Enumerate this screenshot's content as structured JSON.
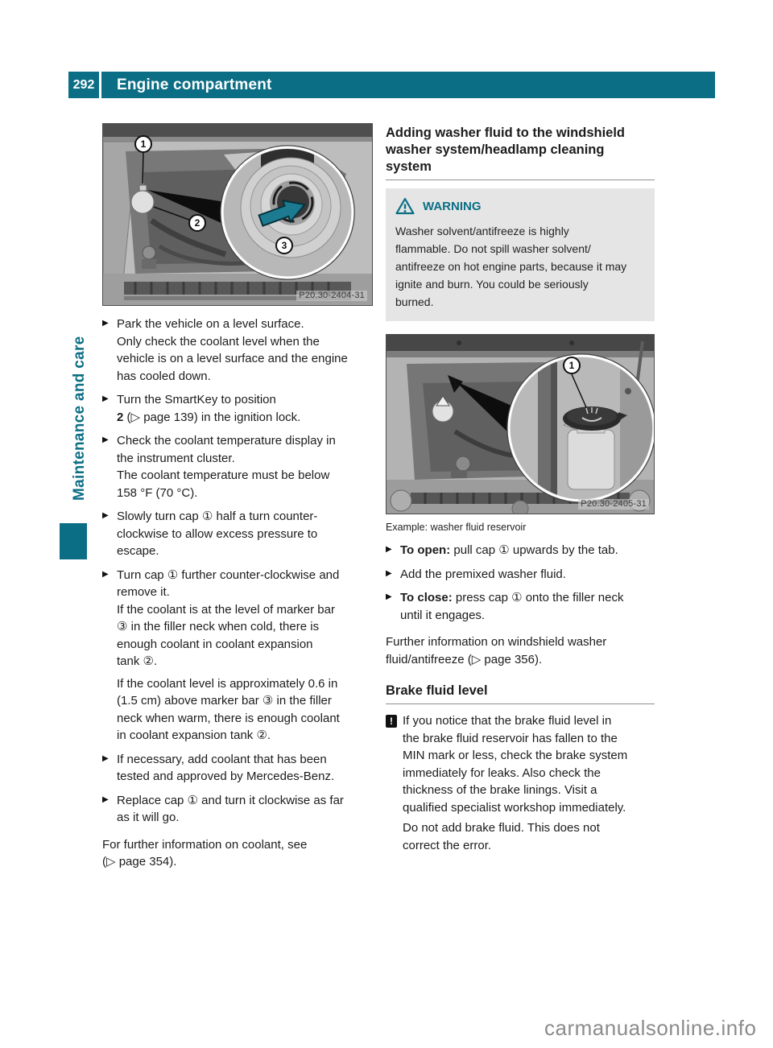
{
  "header": {
    "page_number": "292",
    "title": "Engine compartment"
  },
  "sidebar": {
    "label": "Maintenance and care"
  },
  "watermark": "carmanualsonline.info",
  "glyphs": {
    "bullet": "▶"
  },
  "colors": {
    "teal": "#0b6e85",
    "warning_bg": "#e5e5e5",
    "text": "#1c1c1c"
  },
  "left": {
    "figure": {
      "label": "P20.30-2404-31",
      "callouts": [
        "1",
        "2",
        "3"
      ]
    },
    "items": [
      {
        "kind": "bullet",
        "runs": [
          {
            "t": "Park the vehicle on a level surface.\nOnly check the coolant level when the\nvehicle is on a level surface and the engine\nhas cooled down."
          }
        ]
      },
      {
        "kind": "bullet",
        "runs": [
          {
            "t": "Turn the SmartKey to position\n"
          },
          {
            "t": "2",
            "b": true
          },
          {
            "t": " (▷ page 139) in the ignition lock."
          }
        ]
      },
      {
        "kind": "bullet",
        "runs": [
          {
            "t": "Check the coolant temperature display in\nthe instrument cluster.\nThe coolant temperature must be below\n158 °F (70 °C)."
          }
        ]
      },
      {
        "kind": "bullet",
        "runs": [
          {
            "t": "Slowly turn cap ① half a turn counter-\nclockwise to allow excess pressure to\nescape."
          }
        ]
      },
      {
        "kind": "bullet",
        "runs": [
          {
            "t": "Turn cap ① further counter-clockwise and\nremove it.\nIf the coolant is at the level of marker bar\n③ in the filler neck when cold, there is\nenough coolant in coolant expansion\ntank ②."
          }
        ]
      },
      {
        "kind": "cont",
        "runs": [
          {
            "t": "If the coolant level is approximately 0.6 in\n(1.5 cm) above marker bar ③ in the filler\nneck when warm, there is enough coolant\nin coolant expansion tank ②."
          }
        ]
      },
      {
        "kind": "bullet",
        "runs": [
          {
            "t": "If necessary, add coolant that has been\ntested and approved by Mercedes-Benz."
          }
        ]
      },
      {
        "kind": "bullet",
        "runs": [
          {
            "t": "Replace cap ① and turn it clockwise as far\nas it will go."
          }
        ]
      },
      {
        "kind": "para",
        "runs": [
          {
            "t": "For further information on coolant, see\n(▷ page 354)."
          }
        ]
      }
    ]
  },
  "right": {
    "section1_title": "Adding washer fluid to the windshield\nwasher system/headlamp cleaning\nsystem",
    "warning": {
      "title": "WARNING",
      "text": "Washer solvent/antifreeze is highly\nflammable. Do not spill washer solvent/\nantifreeze on hot engine parts, because it may\nignite and burn. You could be seriously\nburned."
    },
    "figure": {
      "label": "P20.30-2405-31",
      "callouts": [
        "1"
      ]
    },
    "figure_caption": "Example: washer fluid reservoir",
    "items": [
      {
        "kind": "bullet",
        "runs": [
          {
            "t": "To open:",
            "b": true
          },
          {
            "t": " pull cap ① upwards by the tab."
          }
        ]
      },
      {
        "kind": "bullet",
        "runs": [
          {
            "t": "Add the premixed washer fluid."
          }
        ]
      },
      {
        "kind": "bullet",
        "runs": [
          {
            "t": "To close:",
            "b": true
          },
          {
            "t": " press cap ① onto the filler neck\nuntil it engages."
          }
        ]
      },
      {
        "kind": "para",
        "runs": [
          {
            "t": "Further information on windshield washer\nfluid/antifreeze (▷ page 356)."
          }
        ]
      }
    ],
    "section2_title": "Brake fluid level",
    "note": {
      "icon": "!",
      "text": "If you notice that the brake fluid level in\nthe brake fluid reservoir has fallen to the\nMIN mark or less, check the brake system\nimmediately for leaks. Also check the\nthickness of the brake linings. Visit a\nqualified specialist workshop immediately.",
      "text2": "Do not add brake fluid. This does not\ncorrect the error."
    }
  }
}
